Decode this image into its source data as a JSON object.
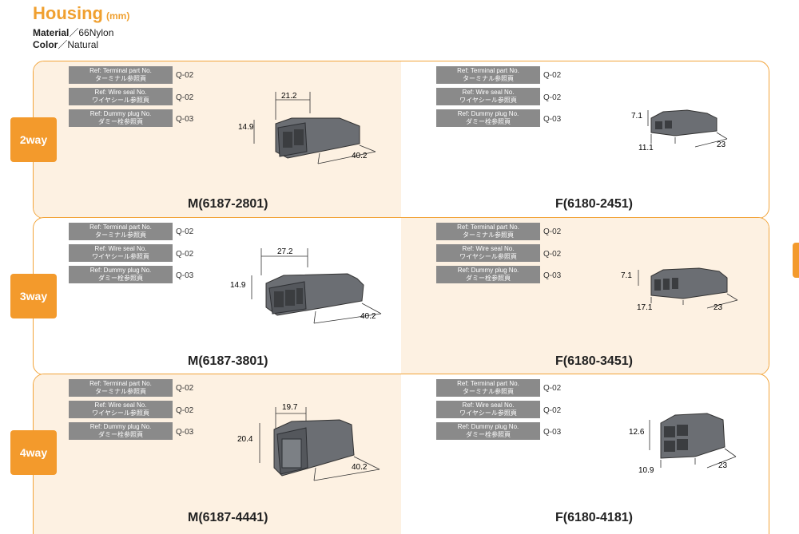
{
  "header": {
    "title": "Housing",
    "unit": "(mm)",
    "material_label": "Material",
    "material_value": "66Nylon",
    "color_label": "Color",
    "color_value": "Natural",
    "separator": "／"
  },
  "refs": [
    {
      "en": "Ref: Terminal part No.",
      "jp": "ターミナル参照頁"
    },
    {
      "en": "Ref: Wire seal No.",
      "jp": "ワイヤシール参照頁"
    },
    {
      "en": "Ref: Dummy plug No.",
      "jp": "ダミー栓参照頁"
    }
  ],
  "rows": [
    {
      "way": "2way",
      "male": {
        "part": "M(6187-2801)",
        "codes": [
          "Q-02",
          "Q-02",
          "Q-03"
        ],
        "dims": [
          "21.2",
          "14.9",
          "40.2"
        ]
      },
      "female": {
        "part": "F(6180-2451)",
        "codes": [
          "Q-02",
          "Q-02",
          "Q-03"
        ],
        "dims": [
          "7.1",
          "11.1",
          "23"
        ]
      }
    },
    {
      "way": "3way",
      "male": {
        "part": "M(6187-3801)",
        "codes": [
          "Q-02",
          "Q-02",
          "Q-03"
        ],
        "dims": [
          "27.2",
          "14.9",
          "40.2"
        ]
      },
      "female": {
        "part": "F(6180-3451)",
        "codes": [
          "Q-02",
          "Q-02",
          "Q-03"
        ],
        "dims": [
          "7.1",
          "17.1",
          "23"
        ]
      }
    },
    {
      "way": "4way",
      "male": {
        "part": "M(6187-4441)",
        "codes": [
          "Q-02",
          "Q-02",
          "Q-03"
        ],
        "dims": [
          "19.7",
          "20.4",
          "40.2"
        ]
      },
      "female": {
        "part": "F(6180-4181)",
        "codes": [
          "Q-02",
          "Q-02",
          "Q-03"
        ],
        "dims": [
          "12.6",
          "10.9",
          "23"
        ]
      }
    }
  ]
}
